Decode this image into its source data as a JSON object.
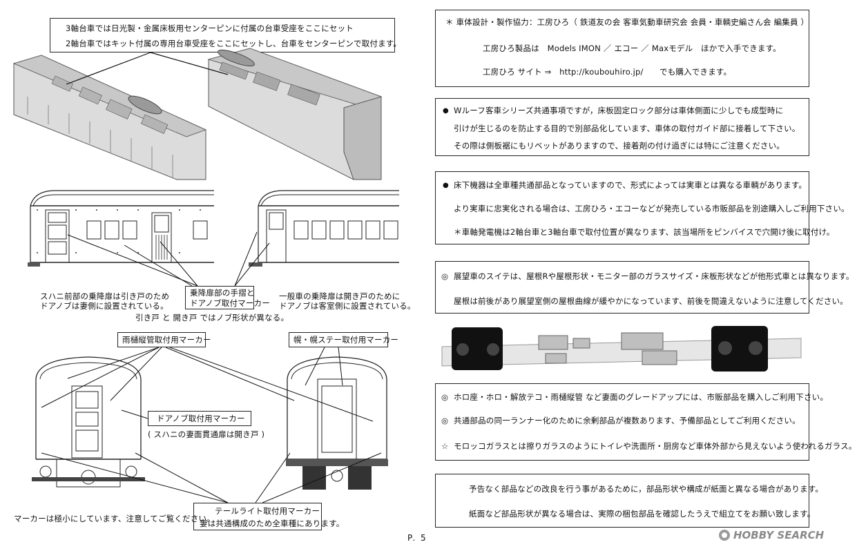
{
  "left": {
    "top_note": [
      "3軸台車では日光製・金属床板用センターピンに付属の台車受座をここにセット",
      "2軸台車ではキット付属の専用台車受座をここにセットし、台車をセンターピンで取付ます。"
    ],
    "suhani_note": [
      "スハニ前部の乗降扉は引き戸のため",
      "ドアノブは妻側に設置されている。"
    ],
    "door_marker": [
      "乗降扉部の手摺と",
      "ドアノブ取付マーカー"
    ],
    "general_note": [
      "一般車の乗降扉は開き戸のために",
      "ドアノブは客室側に設置されている。"
    ],
    "door_diff": "引き戸 と 開き戸 ではノブ形状が異なる。",
    "gutter_marker": "雨樋縦管取付用マーカー",
    "stay_marker": "幌・幌ステー取付用マーカー",
    "knob_marker": "ドアノブ取付用マーカー",
    "suhani_end": "( スハニの妻面貫通扉は開き戸 )",
    "tail_marker": [
      "テールライト取付用マーカー",
      "妻は共通構成のため全車種にあります。"
    ],
    "marker_small": "マーカーは極小にしています、注意してご覧ください。"
  },
  "right": {
    "credit": {
      "line1": "＊ 車体設計・製作協力：工房ひろ（ 鉄道友の会 客車気動車研究会 会員・車輌史編さん会 編集員 ）",
      "line2": "工房ひろ製品は　Models IMON ／ エコー ／ Maxモデル　ほかで入手できます。",
      "line3": "工房ひろ サイト ⇒　http://koubouhiro.jp/　　でも購入できます。"
    },
    "box1": [
      "Wルーフ客車シリーズ共通事項ですが，床板固定ロック部分は車体側面に少しでも成型時に",
      "引けが生じるのを防止する目的で別部品化しています、車体の取付ガイド部に接着して下さい。",
      "その際は側板裾にもリベットがありますので、接着剤の付け過ぎには特にご注意ください。"
    ],
    "box2": [
      "床下機器は全車種共通部品となっていますので、形式によっては実車とは異なる車輌があります。",
      "より実車に忠実化される場合は、工房ひろ・エコーなどが発売している市販部品を別途購入しご利用下さい。",
      "＊車軸発電機は2軸台車と3軸台車で取付位置が異なります、該当場所をピンバイスで穴開け後に取付け。"
    ],
    "box3": [
      "展望車のスイテは、屋根Rや屋根形状・モニター部のガラスサイズ・床板形状などが他形式車とは異なります。",
      "屋根は前後があり展望室側の屋根曲線が緩やかになっています、前後を間違えないように注意してください。"
    ],
    "box4": [
      "ホロ座・ホロ・解放テコ・雨樋縦管 など妻面のグレードアップには、市販部品を購入しご利用下さい。",
      "共通部品の同一ランナー化のために余剰部品が複数あります、予備部品としてご利用ください。",
      "モロッコガラスとは擦りガラスのようにトイレや洗面所・厨房など車体外部から見えないよう使われるガラス。"
    ],
    "box5": [
      "予告なく部品などの改良を行う事があるために，部品形状や構成が紙面と異なる場合があります。",
      "紙面など部品形状が異なる場合は、実際の梱包部品を確認したうえで組立てをお願い致します。"
    ]
  },
  "page_number": "P. 5",
  "watermark": "HOBBY SEARCH"
}
